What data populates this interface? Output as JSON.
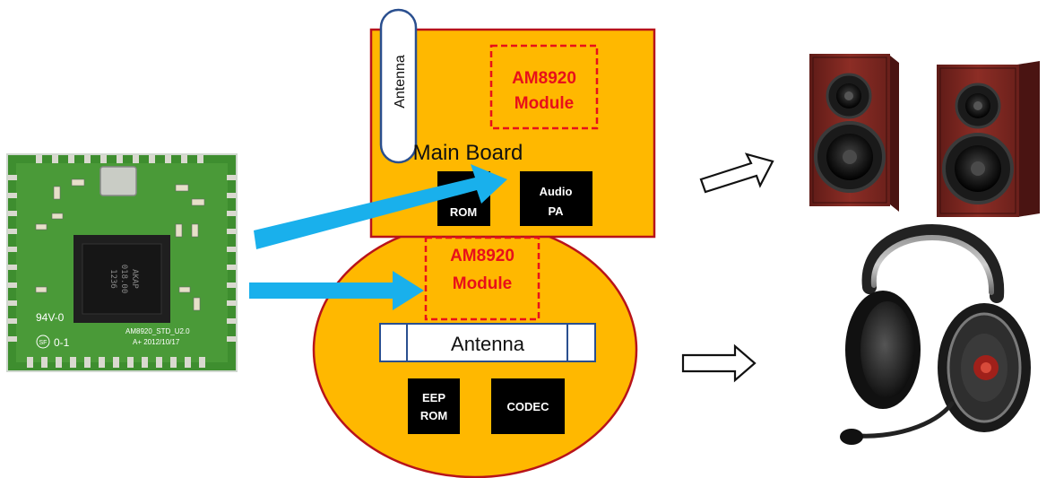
{
  "main_board": {
    "title": "Main Board",
    "antenna_label": "Antenna",
    "module_line1": "AM8920",
    "module_line2": "Module",
    "chips": {
      "rom_line1": "ROM",
      "audio_pa_line1": "Audio",
      "audio_pa_line2": "PA"
    }
  },
  "circle_board": {
    "module_line1": "AM8920",
    "module_line2": "Module",
    "antenna_label": "Antenna",
    "chips": {
      "eeprom_line1": "EEP",
      "eeprom_line2": "ROM",
      "codec_label": "CODEC"
    }
  },
  "pcb": {
    "chip_marking_line1": "AKAP",
    "chip_marking_line2": "018.00",
    "chip_marking_line3": "1236",
    "silk_rating": "94V-0",
    "silk_model": "AM8920_STD_U2.0",
    "silk_date": "A+ 2012/10/17",
    "silk_sf": "SF",
    "silk_level": "0-1"
  },
  "colors": {
    "board_fill": "#ffb800",
    "board_border": "#b8131a",
    "module_text": "#e8101a",
    "flow_arrow": "#19b0ec",
    "chip_fill": "#000000",
    "speaker_wood": "#7a2520",
    "pcb_green": "#3e8e2f"
  },
  "icons": {
    "speakers": "bookshelf-speakers-image",
    "headphones": "headset-with-mic-image",
    "output_arrow": "hollow-arrow-icon"
  }
}
